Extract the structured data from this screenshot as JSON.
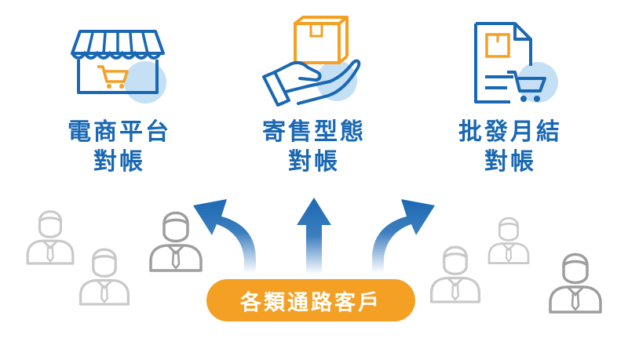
{
  "categories": [
    {
      "line1": "電商平台",
      "line2": "對帳",
      "icon": "storefront-cart-icon"
    },
    {
      "line1": "寄售型態",
      "line2": "對帳",
      "icon": "hand-holding-box-icon"
    },
    {
      "line1": "批發月結",
      "line2": "對帳",
      "icon": "invoice-cart-icon"
    }
  ],
  "hub": {
    "label": "各類通路客戶"
  },
  "colors": {
    "blue": "#1a68b3",
    "orange": "#f3a024",
    "light_blue": "#c5e0f5",
    "gray": "#bdbdbd",
    "gray_dark": "#9e9e9e"
  }
}
